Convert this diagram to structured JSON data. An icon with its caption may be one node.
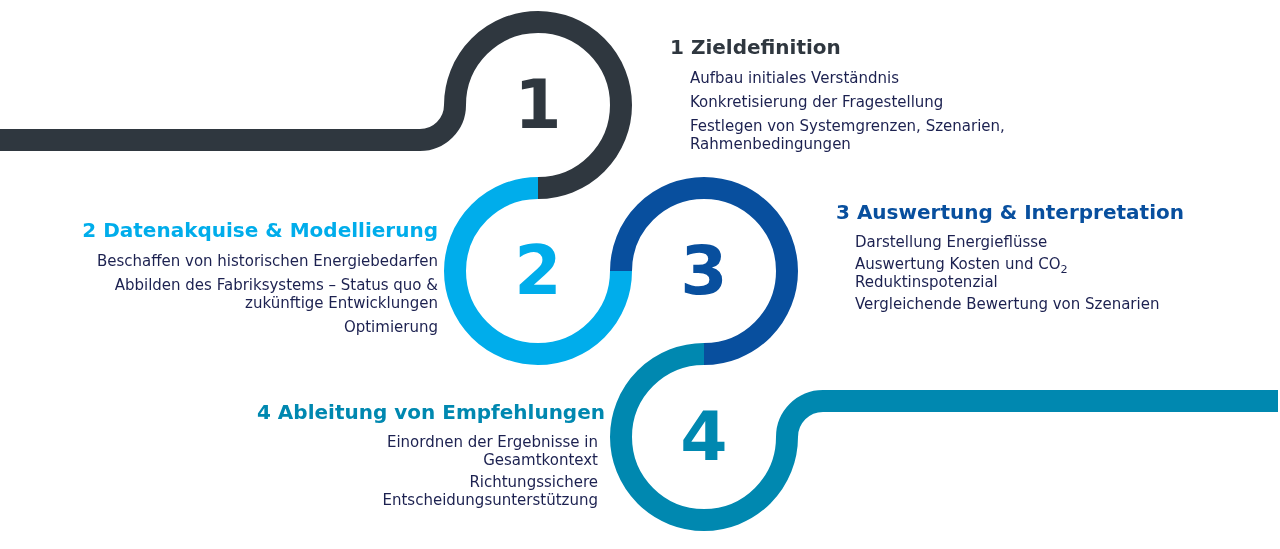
{
  "diagram": {
    "nodes": [
      {
        "text": [
          "1"
        ],
        "beside": [
          "1 Zieldefinition",
          "Aufbau initiales Verständnis",
          "Konkretisierung der Fragestellung",
          "Festlegen von Systemgrenzen, Szenarien, Rahmenbedingungen"
        ]
      },
      {
        "text": [
          "2"
        ],
        "beside": [
          "2 Datenakquise & Modellierung",
          "Beschaffen von historischen Energiebedarfen",
          "Abbilden des Fabriksystems – Status quo & zukünftige Entwicklungen",
          "Optimierung"
        ]
      },
      {
        "text": [
          "3"
        ],
        "beside": [
          "3 Auswertung & Interpretation",
          "Darstellung Energieflüsse",
          "Auswertung Kosten und CO$_{2}$ Reduktinspotenzial",
          "Vergleichende Bewertung von Szenarien"
        ]
      },
      {
        "text": [
          "4"
        ],
        "beside": [
          "4 Ableitung von Empfehlungen",
          "Einordnen der Ergebnisse in Gesamtkontext",
          "Richtungssichere Entscheidungsunterstützung"
        ]
      }
    ],
    "edges": [
      {
        "from": null,
        "to": 0,
        "arrow": "none",
        "color": "#2f373f"
      },
      {
        "from": 3,
        "to": null,
        "arrow": "none",
        "color": "#0088b0"
      }
    ]
  }
}
